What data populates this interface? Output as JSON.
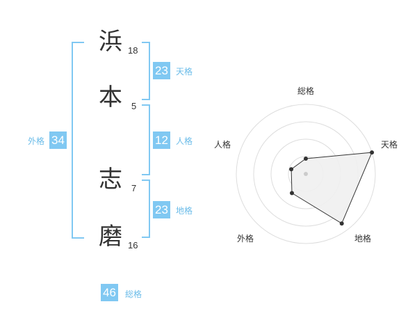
{
  "name": {
    "characters": [
      {
        "char": "浜",
        "strokes": "18"
      },
      {
        "char": "本",
        "strokes": "5"
      },
      {
        "char": "志",
        "strokes": "7"
      },
      {
        "char": "磨",
        "strokes": "16"
      }
    ]
  },
  "kaku": {
    "tenkaku": {
      "label": "天格",
      "value": "23"
    },
    "jinkaku": {
      "label": "人格",
      "value": "12"
    },
    "chikaku": {
      "label": "地格",
      "value": "23"
    },
    "gaikaku": {
      "label": "外格",
      "value": "34"
    },
    "soukaku": {
      "label": "総格",
      "value": "46"
    }
  },
  "colors": {
    "accent": "#80c8f2",
    "label": "#6bbce9",
    "kanji": "#333333",
    "radar_fill": "#f0f0f0",
    "radar_stroke": "#333333",
    "ring": "#dddddd"
  },
  "chart_data": {
    "type": "radar",
    "axes": [
      "総格",
      "天格",
      "地格",
      "外格",
      "人格"
    ],
    "values": [
      0.22,
      1.0,
      0.88,
      0.34,
      0.22
    ],
    "rings": 4,
    "range": [
      0,
      1
    ],
    "grid": true
  }
}
